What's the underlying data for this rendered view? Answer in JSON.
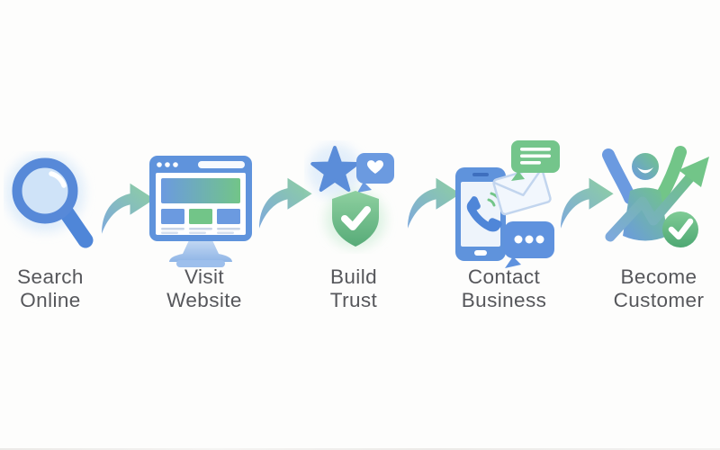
{
  "page": {
    "background": "#fdfdfc",
    "type": "customer-journey-flow-diagram"
  },
  "journey": {
    "steps": [
      {
        "id": "search-online",
        "icon": "magnifier-icon",
        "line1": "Search",
        "line2": "Online"
      },
      {
        "id": "visit-website",
        "icon": "monitor-browser-icon",
        "line1": "Visit",
        "line2": "Website"
      },
      {
        "id": "build-trust",
        "icon": "trust-badges-icon",
        "line1": "Build",
        "line2": "Trust"
      },
      {
        "id": "contact-business",
        "icon": "contact-channels-icon",
        "line1": "Contact",
        "line2": "Business"
      },
      {
        "id": "become-customer",
        "icon": "customer-growth-icon",
        "line1": "Become",
        "line2": "Customer"
      }
    ],
    "connectors": {
      "style": "curved-swoosh-arrow",
      "count": 4,
      "gradient": [
        "#7da9dc",
        "#8ed0a0"
      ]
    },
    "colors": {
      "blue": "#5b8dd9",
      "light_blue": "#cfe3f8",
      "green": "#72c588",
      "dark_green": "#57ab78",
      "text": "#56575b"
    }
  }
}
